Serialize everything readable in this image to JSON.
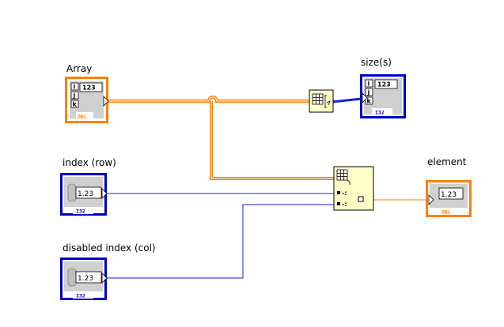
{
  "nodes": {
    "array": {
      "label": "Array",
      "indicator": "123",
      "dims": [
        "i",
        "j",
        "k"
      ],
      "type": "DBL"
    },
    "sizes": {
      "label": "size(s)",
      "indicator": "123",
      "dims": [
        "i",
        "j",
        "k"
      ],
      "type": "I32"
    },
    "index_row": {
      "label": "index (row)",
      "value": "1.23",
      "type": "I32"
    },
    "disabled_index_col": {
      "label": "disabled index (col)",
      "value": "1.23",
      "type": "I32"
    },
    "element": {
      "label": "element",
      "value": "1.23",
      "type": "DBL"
    }
  },
  "colors": {
    "double_wire": "#ff8000",
    "integer_wire": "#1e1edc",
    "function_fill": "#ffffc8",
    "control_orange": "#ff7f00",
    "control_blue": "#0000c8"
  }
}
